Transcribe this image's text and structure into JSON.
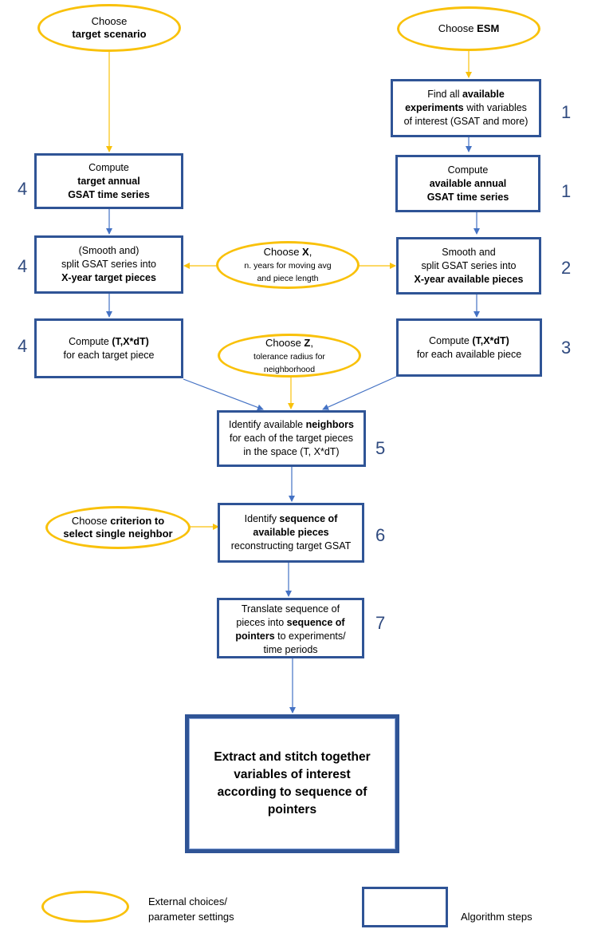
{
  "ovals": {
    "target_scenario": {
      "line1": "Choose",
      "line2": "target scenario"
    },
    "esm": {
      "prefix": "Choose ",
      "bold": "ESM"
    },
    "choose_x": {
      "prefix": "Choose ",
      "bold": "X",
      "suffix": ",",
      "line2": "n. years for moving avg",
      "line3": "and piece length"
    },
    "choose_z": {
      "prefix": "Choose ",
      "bold": "Z",
      "suffix": ",",
      "line2": "tolerance radius for",
      "line3": "neighborhood"
    },
    "criterion": {
      "prefix": "Choose ",
      "bold1": "criterion to",
      "bold2": "select single neighbor"
    }
  },
  "boxes": {
    "find_experiments": {
      "l1a": "Find all ",
      "l1b": "available",
      "l2a": "experiments",
      "l2b": " with variables",
      "l3": "of interest (GSAT and more)"
    },
    "target_gsat": {
      "l1": "Compute",
      "l2": "target annual",
      "l3": "GSAT time series"
    },
    "available_gsat": {
      "l1": "Compute",
      "l2": "available annual",
      "l3": "GSAT time series"
    },
    "split_target": {
      "l1": "(Smooth and)",
      "l2": "split GSAT series into",
      "l3": "X-year target pieces"
    },
    "split_available": {
      "l1": "Smooth and",
      "l2": "split  GSAT series into",
      "l3": "X-year available pieces"
    },
    "compute_t_target": {
      "l1a": "Compute ",
      "l1b": "(T,X*dT)",
      "l2": "for each target piece"
    },
    "compute_t_available": {
      "l1a": "Compute ",
      "l1b": "(T,X*dT)",
      "l2": "for each available piece"
    },
    "neighbors": {
      "l1a": "Identify available ",
      "l1b": "neighbors",
      "l2": "for each of the target pieces",
      "l3": "in the space  (T, X*dT)"
    },
    "sequence": {
      "l1a": "Identify ",
      "l1b": "sequence of",
      "l2": "available pieces",
      "l3": "reconstructing target GSAT"
    },
    "translate": {
      "l1": "Translate sequence of",
      "l2a": "pieces into ",
      "l2b": "sequence of",
      "l3a": "pointers",
      "l3b": " to experiments/",
      "l4": "time periods"
    },
    "extract": {
      "l1": "Extract and stitch together",
      "l2": "variables of interest",
      "l3": "according to sequence of",
      "l4": "pointers"
    }
  },
  "step_numbers": {
    "find_experiments": "1",
    "available_gsat": "1",
    "target_gsat": "4",
    "split_target": "4",
    "split_available": "2",
    "compute_t_target": "4",
    "compute_t_available": "3",
    "neighbors": "5",
    "sequence": "6",
    "translate": "7"
  },
  "legend": {
    "oval_label_1": "External choices/",
    "oval_label_2": "parameter settings",
    "box_label": "Algorithm steps"
  },
  "colors": {
    "step_border": "#2f5496",
    "choice_border": "#f9c10a",
    "step_arrow": "#4472c4",
    "choice_arrow": "#f9c10a"
  }
}
